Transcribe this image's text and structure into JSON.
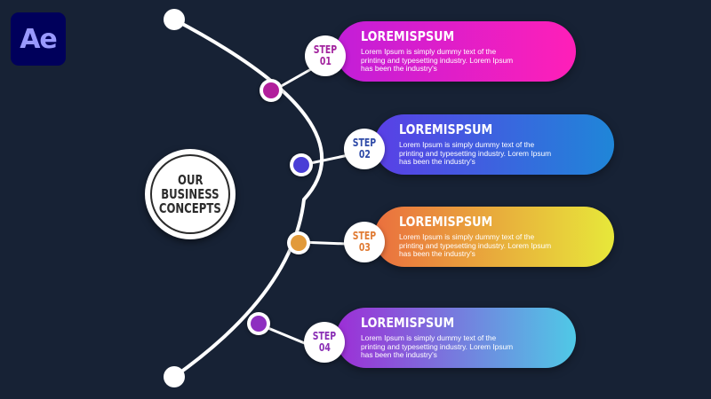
{
  "logo": {
    "text": "Ae"
  },
  "center": {
    "line1": "OUR",
    "line2": "BUSINESS",
    "line3": "CONCEPTS"
  },
  "steps": [
    {
      "step_word": "STEP",
      "number": "01",
      "title": "LOREMISPSUM",
      "body": "Lorem Ipsum is simply dummy text of the printing and typesetting industry. Lorem Ipsum has been the industry's",
      "color": "#a2239e",
      "gradient_start": "#c21ed8",
      "gradient_end": "#ff1fb8"
    },
    {
      "step_word": "STEP",
      "number": "02",
      "title": "LOREMISPSUM",
      "body": "Lorem Ipsum is simply dummy text of the printing and typesetting industry. Lorem Ipsum has been the industry's",
      "color": "#2f4ba8",
      "gradient_start": "#5a3fe6",
      "gradient_end": "#1f86d8"
    },
    {
      "step_word": "STEP",
      "number": "03",
      "title": "LOREMISPSUM",
      "body": "Lorem Ipsum is simply dummy text of the printing and typesetting industry. Lorem Ipsum has been the industry's",
      "color": "#e07b34",
      "gradient_start": "#ea6f3e",
      "gradient_end": "#e7e83a"
    },
    {
      "step_word": "STEP",
      "number": "04",
      "title": "LOREMISPSUM",
      "body": "Lorem Ipsum is simply dummy text of the printing and typesetting industry. Lorem Ipsum has been the industry's",
      "color": "#8a2fb5",
      "gradient_start": "#9d2ed6",
      "gradient_end": "#4fc9e6"
    }
  ]
}
